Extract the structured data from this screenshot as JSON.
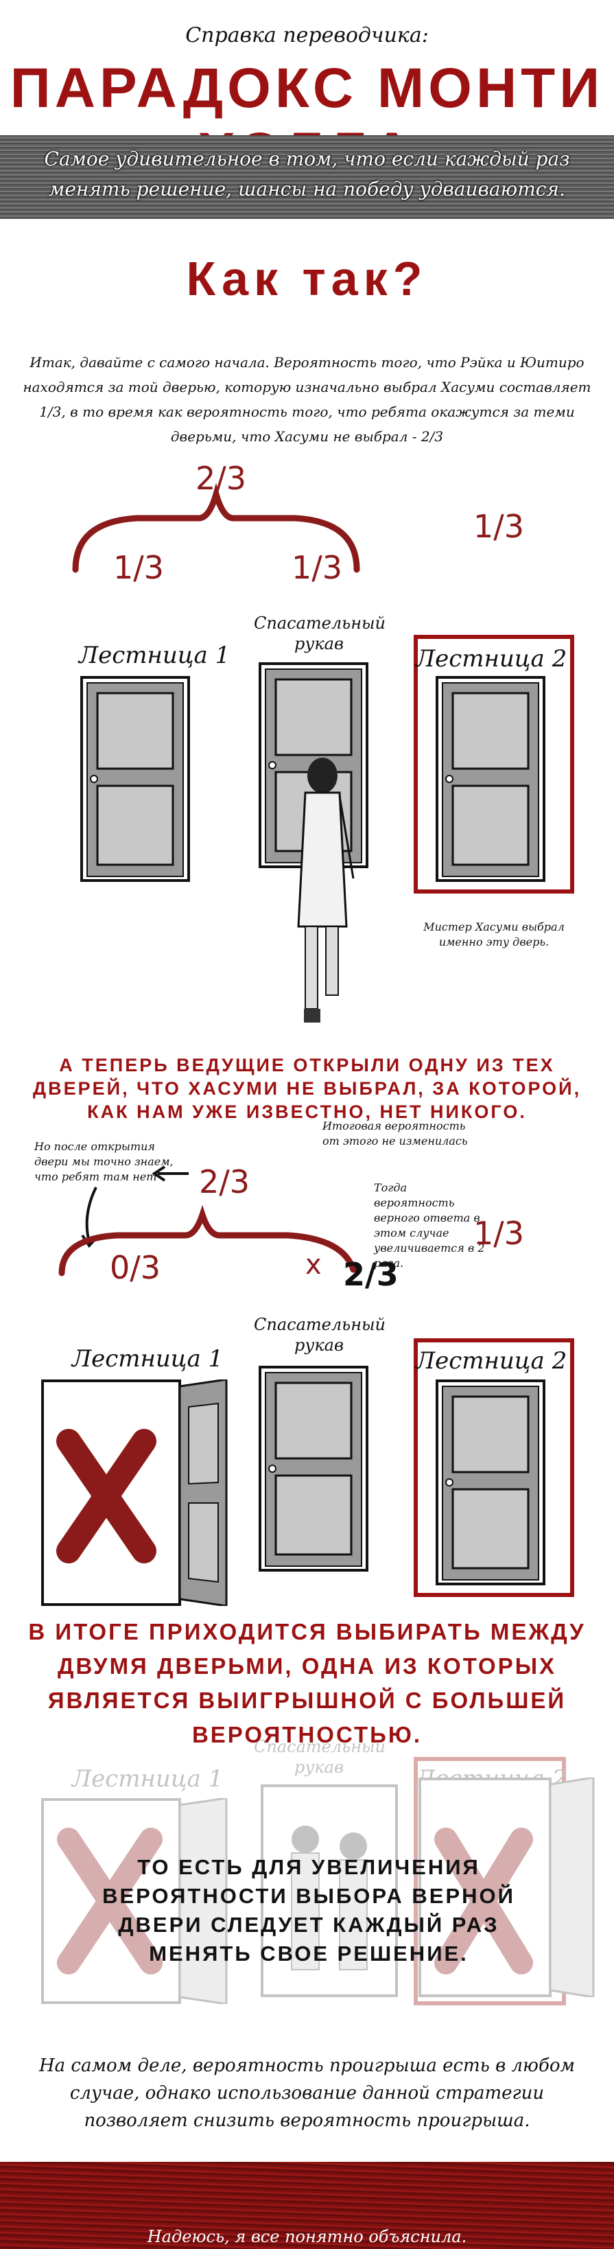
{
  "header": {
    "subtitle": "Справка переводчика:",
    "title": "Парадокс Монти Холла",
    "banner": "Самое удивительное в том, что если каждый раз менять решение, шансы на победу удваиваются."
  },
  "question": "Как так?",
  "intro": "Итак, давайте с самого начала. Вероятность того, что Рэйка и Юитиро находятся за той дверью, которую изначально выбрал Хасуми составляет 1/3, в то время как вероятность того, что ребята окажутся за теми дверьми, что Хасуми не выбрал - 2/3",
  "scene1": {
    "brace_total": "2/3",
    "left_fraction": "1/3",
    "middle_fraction": "1/3",
    "right_fraction": "1/3",
    "door_left": "Лестница 1",
    "door_middle": "Спасательный рукав",
    "door_right": "Лестница 2",
    "note": "Мистер Хасуми выбрал именно эту дверь."
  },
  "statement1": "А теперь ведущие открыли одну из тех дверей, что Хасуми не выбрал, за которой, как нам уже известно, нет никого.",
  "scene2": {
    "note_left": "Но после открытия двери мы точно знаем, что ребят там нет",
    "note_top": "Итоговая вероятность от этого не изменилась",
    "note_right": "Тогда вероятность верного ответа в этом случае увеличивается в 2 раза.",
    "brace_total": "2/3",
    "left_fraction": "0/3",
    "middle_mark": "x",
    "middle_fraction": "2/3",
    "right_fraction": "1/3",
    "door_left": "Лестница 1",
    "door_middle": "Спасательный рукав",
    "door_right": "Лестница 2"
  },
  "statement2": "В итоге приходится выбирать между двумя дверьми, одна из которых является выигрышной с большей вероятностью.",
  "scene3": {
    "door_left": "Лестница 1",
    "door_middle": "Спасательный рукав",
    "door_right": "Лестница 2"
  },
  "statement3": "То есть для увеличения вероятности выбора верной двери следует каждый раз менять свое решение.",
  "bottom_text": "На самом деле, вероятность проигрыша есть в любом случае, однако использование данной стратегии позволяет снизить вероятность проигрыша.",
  "footer": "Надеюсь, я все понятно объяснила.",
  "colors": {
    "accent_red": "#9c1212",
    "door_gray": "#8a8a8a"
  }
}
